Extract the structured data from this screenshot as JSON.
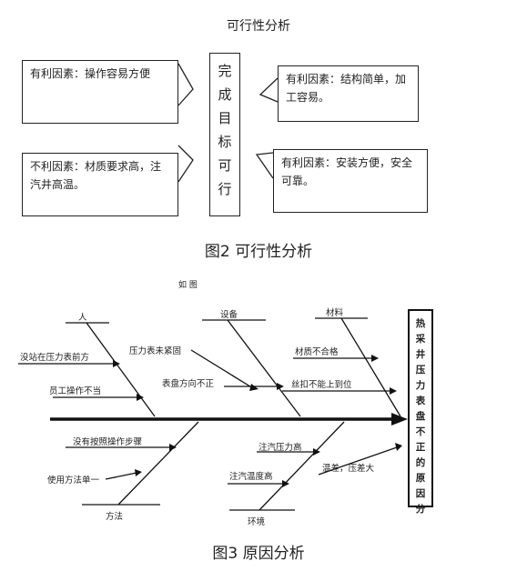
{
  "feasibility": {
    "title": "可行性分析",
    "center_chars": [
      "完",
      "成",
      "目",
      "标",
      "可",
      "行"
    ],
    "box_top_left": "有利因素：操作容易方便",
    "box_bottom_left": "不利因素：材质要求高，注汽井高温。",
    "box_top_right": "有利因素：结构简单，加工容易。",
    "box_bottom_right": "有利因素：安装方便，安全可靠。",
    "caption": "图2  可行性分析"
  },
  "fishbone": {
    "header": "如   图",
    "effect_chars": [
      "热",
      "采",
      "井",
      "压",
      "力",
      "表",
      "盘",
      "不",
      "正",
      "的",
      "原",
      "因",
      "分"
    ],
    "categories": {
      "person": "人",
      "equipment": "设备",
      "material": "材料",
      "method": "方法",
      "environment": "环境"
    },
    "causes": {
      "not_standing_front": "没站在压力表前方",
      "improper_operation": "员工操作不当",
      "not_tightened": "压力表未紧固",
      "dial_wrong_direction": "表盘方向不正",
      "unqualified_material": "材质不合格",
      "thread_not_in_place": "丝扣不能上到位",
      "not_following_steps": "没有按照操作步骤",
      "single_method": "使用方法单一",
      "steam_pressure_high": "注汽压力高",
      "steam_temp_high": "注汽温度高",
      "temp_pressure_diff": "温差，压差大"
    },
    "caption": "图3  原因分析"
  }
}
